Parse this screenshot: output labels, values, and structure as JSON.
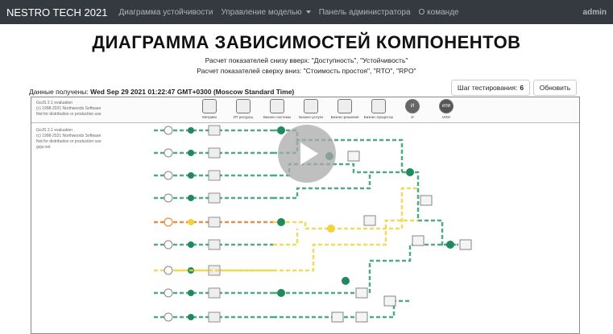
{
  "navbar": {
    "brand": "NESTRO TECH 2021",
    "links": [
      "Диаграмма устойчивости",
      "Управление моделью",
      "Панель администратора",
      "О команде"
    ],
    "user": "admin"
  },
  "page": {
    "title": "ДИАГРАММА ЗАВИСИМОСТЕЙ КОМПОНЕНТОВ",
    "subtitle1": "Расчет показателей снизу вверх: \"Доступность\", \"Устойчивость\"",
    "subtitle2": "Расчет показателей сверху вниз: \"Стоимость простоя\", \"RTO\", \"RPO\""
  },
  "info": {
    "received_label": "Данные получены:",
    "received_value": "Wed Sep 29 2021 01:22:47 GMT+0300 (Moscow Standard Time)"
  },
  "buttons": {
    "step_label": "Шаг тестирования:",
    "step_value": "6",
    "refresh": "Обновить"
  },
  "diagram": {
    "eval_lines": [
      "GoJS 2.1 evaluation",
      "(c) 1998-2021 Northwoods Software",
      "Not for distribution or production use"
    ],
    "eval_lines2": [
      "GoJS 2.1 evaluation",
      "(c) 1998-2021 Northwoods Software",
      "Not for distribution or production use",
      "gojs.net"
    ],
    "palette": [
      {
        "label": "Метрики",
        "icon": "gauge-icon",
        "glyph": ""
      },
      {
        "label": "ИТ ресурсы",
        "icon": "server-icon",
        "glyph": ""
      },
      {
        "label": "Бизнес-системы",
        "icon": "monitor-icon",
        "glyph": ""
      },
      {
        "label": "Бизнес-услуги",
        "icon": "service-icon",
        "glyph": ""
      },
      {
        "label": "Бизнес-решения",
        "icon": "chart-icon",
        "glyph": ""
      },
      {
        "label": "Бизнес-процессы",
        "icon": "process-icon",
        "glyph": ""
      },
      {
        "label": "И",
        "icon": "and-icon",
        "glyph": "И"
      },
      {
        "label": "ИЛИ",
        "icon": "or-icon",
        "glyph": "ИЛИ"
      }
    ],
    "colors": {
      "ok": "#2e9e6e",
      "warn": "#f2d23c",
      "fail": "#e07b2a",
      "node": "#1f8a5c"
    }
  }
}
